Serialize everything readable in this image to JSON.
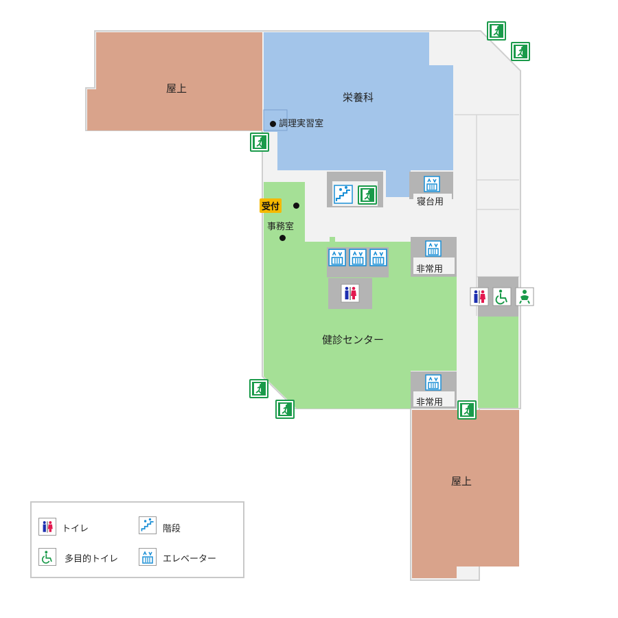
{
  "rooms": {
    "rooftop_top": "屋上",
    "nutrition": "栄養科",
    "cooking_room": "調理実習室",
    "reception": "受付",
    "office": "事務室",
    "health_center": "健診センター",
    "rooftop_bottom": "屋上",
    "bed_elevator": "寝台用",
    "emergency_elevator_1": "非常用",
    "emergency_elevator_2": "非常用"
  },
  "legend": {
    "toilet": "トイレ",
    "stairs": "階段",
    "accessible_toilet": "多目的トイレ",
    "elevator": "エレベーター"
  },
  "colors": {
    "rooftop": "#d9a38b",
    "nutrition": "#a3c5ea",
    "health_center": "#a5e096",
    "corridor": "#f2f2f2",
    "service": "#b4b4b4",
    "exit_green": "#1a9a4a",
    "icon_blue": "#1a8fd6",
    "reception_badge": "#f5b800"
  },
  "icons": [
    "emergency-exit-icon",
    "elevator-icon",
    "stairs-icon",
    "toilet-icon",
    "accessible-toilet-icon",
    "baby-care-icon"
  ]
}
